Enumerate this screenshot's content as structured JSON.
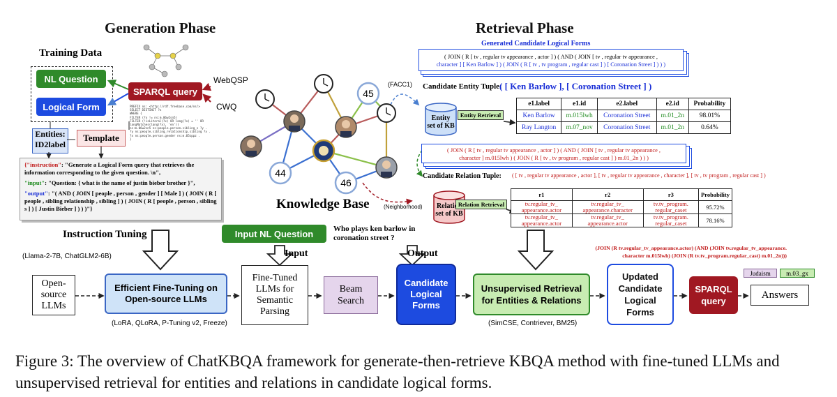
{
  "gen_phase": {
    "title": "Generation Phase"
  },
  "ret_phase": {
    "title": "Retrieval Phase"
  },
  "training": {
    "title": "Training Data",
    "nl_question": "NL Question",
    "logical_form": "Logical Form",
    "sparql": "SPARQL query",
    "entities": "Entities:",
    "id2label": "ID2label",
    "template": "Template",
    "webqsp": "WebQSP",
    "cwq": "CWQ",
    "sparql_code": [
      "PREFIX ns: <http://rdf.freebase.com/ns/>",
      "SELECT DISTINCT ?x",
      "WHERE {",
      "FILTER (?x != ns:m.06w2sn5)",
      "FILTER (!isLiteral(?x) OR lang(?x) = '' OR langMatches(lang(?x), 'en'))",
      "ns:m.06w2sn5 ns:people.person.sibling_s ?y .",
      "?y ns:people.sibling_relationship.sibling ?x .",
      "?x ns:people.person.gender ns:m.05zppz .",
      "}"
    ]
  },
  "instruction": {
    "key_instruction": "{\"instruction\"",
    "instruction_text": ": \"Generate a Logical Form query that retrieves the information corresponding to the given question. \\n\",",
    "key_input": "\"input\"",
    "input_text": ": \"Question: { what is the name of justin bieber brother }\",",
    "key_output": "\"output\"",
    "output_text": ": \"( AND ( JOIN [ people , person , gender ] [ Male ] ) ( JOIN ( R [ people , sibling relationship , sibling ] ) ( JOIN ( R [ people , person , sibling s ] ) [ Justin Bieber ] ) ) )\"}"
  },
  "kb": {
    "title": "Knowledge Base",
    "node_45": "45",
    "node_44": "44",
    "node_46": "46",
    "facc1": "(FACC1)",
    "neighborhood": "(Neighborhood)"
  },
  "retrieval": {
    "gen_forms_title": "Generated Candidate Logical Forms",
    "gen_form_line1": "( JOIN ( R [ tv , regular tv appearance , actor ] ) ( AND ( JOIN [ tv , regular tv appearance ,",
    "gen_form_line2": "character ] [ Ken Barlow ] ) ( JOIN ( R [ tv , tv program , regular cast ] ) [ Coronation Street ] ) ) )",
    "entity_tuple_label": "Candidate Entity Tuple:",
    "entity_tuple_value": "( [ Ken Barlow ], [ Coronation Street ] )",
    "entity_set": "Entity set of KB",
    "entity_retrieval": "Entity Retrieval",
    "entity_table": {
      "headers": [
        "e1.label",
        "e1.id",
        "e2.label",
        "e2.id",
        "Probability"
      ],
      "rows": [
        [
          "Ken Barlow",
          "m.015lwh",
          "Coronation Street",
          "m.01_2n",
          "98.01%"
        ],
        [
          "Ray Langton",
          "m.07_nov",
          "Coronation Street",
          "m.01_2n",
          "0.64%"
        ]
      ]
    },
    "mid_form_line1": "( JOIN ( R [ tv , regular tv appearance , actor ] ) ( AND ( JOIN [ tv , regular tv appearance ,",
    "mid_form_line2": "character ] m.015lwh ) ( JOIN ( R [ tv , tv program , regular cast ] ) m.01_2n ) ) )",
    "relation_tuple_label": "Candidate Relation Tuple:",
    "relation_tuple_value": "( [ tv , regular tv appearance , actor ], [ tv , regular tv appearance , character ], [ tv , tv program , regular cast ] )",
    "relation_set": "Relation set of KB",
    "relation_retrieval": "Relation Retrieval",
    "relation_table": {
      "headers": [
        "r1",
        "r2",
        "r3",
        "Probability"
      ],
      "rows": [
        [
          "tv.regular_tv_ appearance.actor",
          "tv.regular_tv_ appearance.character",
          "tv.tv_program. regular_caset",
          "95.72%"
        ],
        [
          "tv.regular_tv_ appearance.actor",
          "tv.regular_tv_ appearance.actor",
          "tv.tv_program. regular_caset",
          "78.16%"
        ]
      ]
    },
    "final_form_line1": "(JOIN (R tv.regular_tv_appearance.actor) (AND (JOIN tv.regular_tv_appearance.",
    "final_form_line2": "character m.015lwh) (JOIN (R tv.tv_program.regular_cast) m.01_2n)))"
  },
  "pipeline": {
    "instruction_tuning": "Instruction Tuning",
    "input_nl_question": "Input NL Question",
    "example_question": "Who plays ken barlow in coronation street ?",
    "input_label": "Input",
    "output_label": "Output",
    "base_models": "(Llama-2-7B, ChatGLM2-6B)",
    "open_source": "Open-source LLMs",
    "efficient_ft": "Efficient Fine-Tuning on Open-source LLMs",
    "ft_methods": "(LoRA, QLoRA, P-Tuning v2, Freeze)",
    "fine_tuned": "Fine-Tuned LLMs for Semantic Parsing",
    "beam_search": "Beam Search",
    "candidate_forms": "Candidate Logical Forms",
    "unsup_retrieval": "Unsupervised Retrieval for Entities & Relations",
    "retrievers": "(SimCSE, Contriever, BM25)",
    "updated_forms": "Updated Candidate Logical Forms",
    "sparql_query": "SPARQL query",
    "answers": "Answers",
    "ans_label": "Judaism",
    "ans_id": "m.03_gx"
  },
  "caption": {
    "text": "Figure 3: The overview of ChatKBQA framework for generate-then-retrieve KBQA method with fine-tuned LLMs and unsupervised retrieval for entities and relations in candidate logical forms."
  },
  "colors": {
    "green": "#2f8a2a",
    "blue": "#1d4be0",
    "red": "#a01822",
    "light_blue": "#cfe3f8",
    "light_green": "#c8ecb2",
    "lavender": "#e5d5ec",
    "pink": "#f6c9c9"
  }
}
